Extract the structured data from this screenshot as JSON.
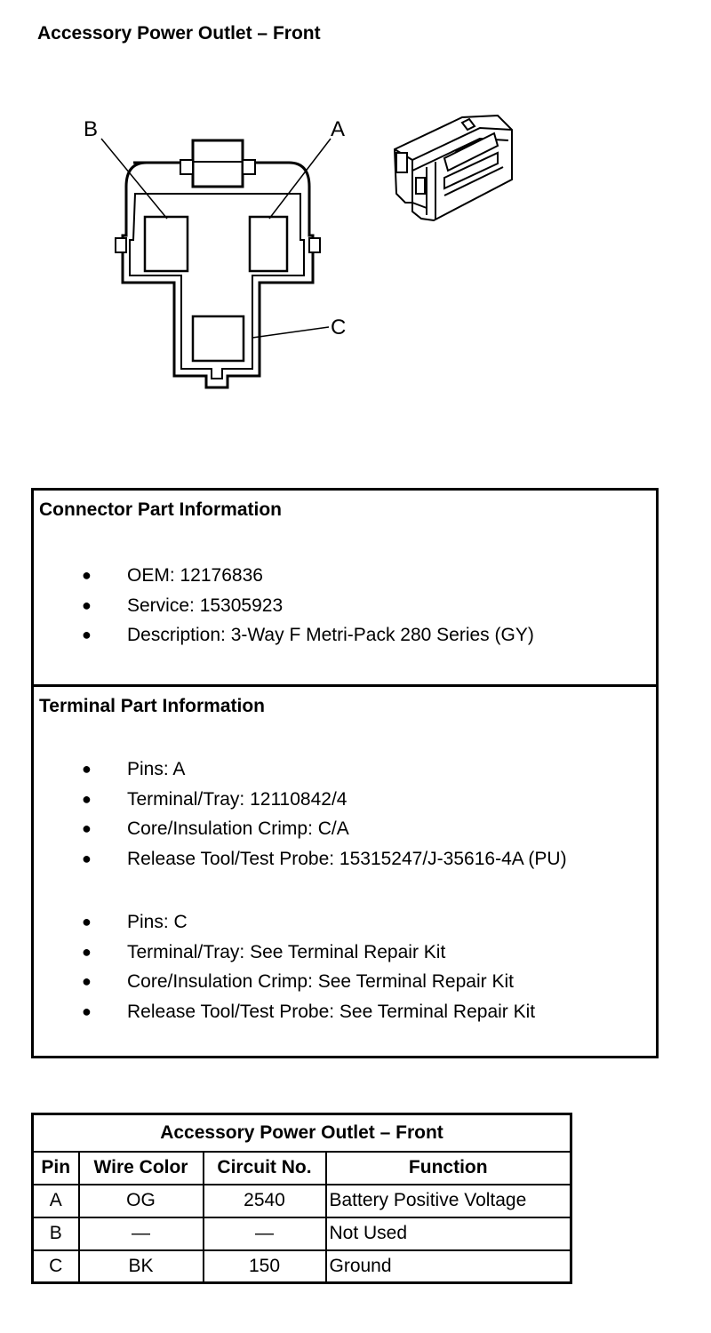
{
  "page": {
    "title": "Accessory Power Outlet – Front"
  },
  "diagram": {
    "pin_labels": [
      "A",
      "B",
      "C"
    ]
  },
  "connector_info": {
    "heading": "Connector Part Information",
    "items": [
      "OEM: 12176836",
      "Service: 15305923",
      "Description: 3-Way F Metri-Pack 280 Series (GY)"
    ]
  },
  "terminal_info": {
    "heading": "Terminal Part Information",
    "groups": [
      {
        "items": [
          "Pins: A",
          "Terminal/Tray: 12110842/4",
          "Core/Insulation Crimp: C/A",
          "Release Tool/Test Probe: 15315247/J-35616-4A (PU)"
        ]
      },
      {
        "items": [
          "Pins: C",
          "Terminal/Tray: See Terminal Repair Kit",
          "Core/Insulation Crimp: See Terminal Repair Kit",
          "Release Tool/Test Probe: See Terminal Repair Kit"
        ]
      }
    ]
  },
  "pin_table": {
    "title": "Accessory Power Outlet – Front",
    "headers": [
      "Pin",
      "Wire Color",
      "Circuit No.",
      "Function"
    ],
    "rows": [
      [
        "A",
        "OG",
        "2540",
        "Battery Positive Voltage"
      ],
      [
        "B",
        "—",
        "—",
        "Not Used"
      ],
      [
        "C",
        "BK",
        "150",
        "Ground"
      ]
    ]
  }
}
